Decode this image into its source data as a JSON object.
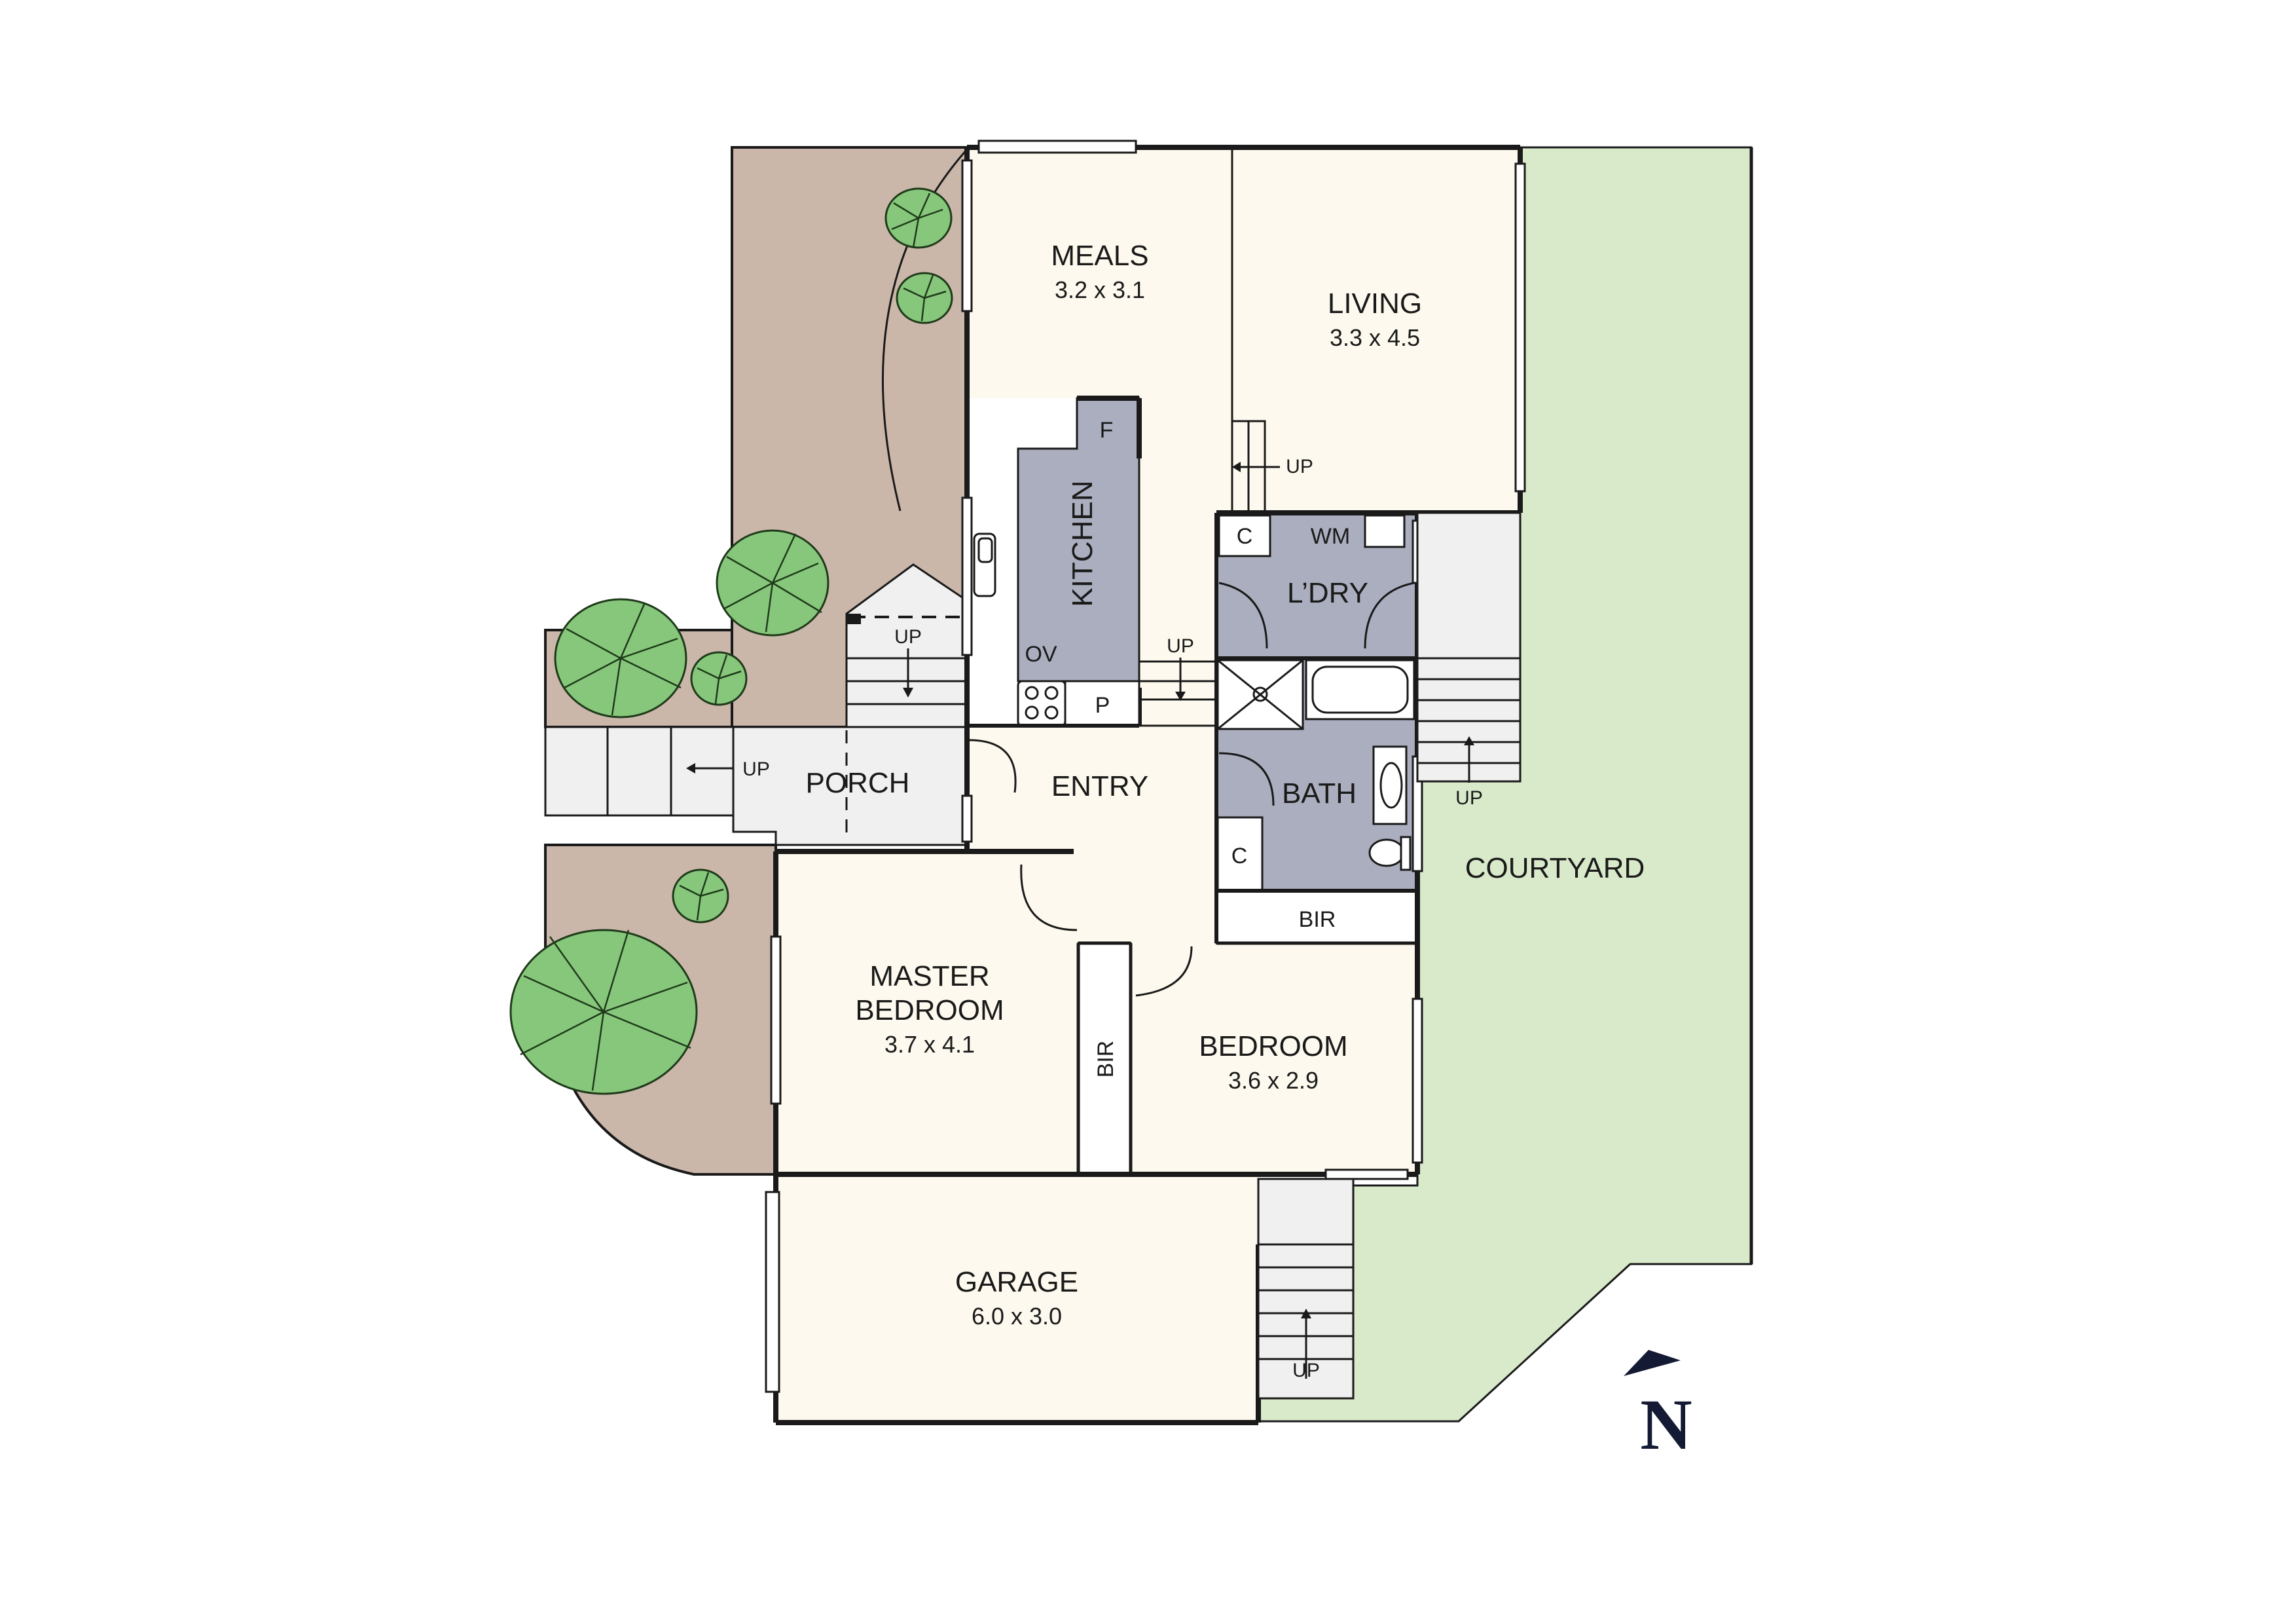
{
  "floorplan": {
    "colors": {
      "interior": "#fdf9ee",
      "wet_area": "#abaebe",
      "garden_paving": "#cab7aa",
      "courtyard": "#d9eacb",
      "stairs_porch": "#f0f0f0",
      "tree_canopy": "#86c77b",
      "wall": "#1a1a1a",
      "north_arrow": "#141a33"
    },
    "rooms": {
      "meals": {
        "name": "MEALS",
        "size": "3.2 x 3.1"
      },
      "living": {
        "name": "LIVING",
        "size": "3.3 x 4.5"
      },
      "kitchen": {
        "name": "KITCHEN",
        "fridge": "F",
        "oven": "OV",
        "pantry": "P"
      },
      "laundry": {
        "name": "L’DRY",
        "cupboard": "C",
        "washing_machine": "WM"
      },
      "entry": {
        "name": "ENTRY"
      },
      "porch": {
        "name": "PORCH"
      },
      "bath": {
        "name": "BATH",
        "cupboard": "C"
      },
      "bir_hall": {
        "name": "BIR"
      },
      "master_bedroom": {
        "name_line1": "MASTER",
        "name_line2": "BEDROOM",
        "size": "3.7 x 4.1"
      },
      "master_bir": {
        "name": "BIR"
      },
      "bedroom": {
        "name": "BEDROOM",
        "size": "3.6 x 2.9"
      },
      "garage": {
        "name": "GARAGE",
        "size": "6.0 x 3.0"
      },
      "courtyard": {
        "name": "COURTYARD"
      }
    },
    "stairs": {
      "living_up": "UP",
      "kitchen_up": "UP",
      "porch_north_up": "UP",
      "porch_west_up": "UP",
      "courtyard_up": "UP",
      "garage_up": "UP"
    },
    "compass": {
      "label": "N"
    }
  }
}
